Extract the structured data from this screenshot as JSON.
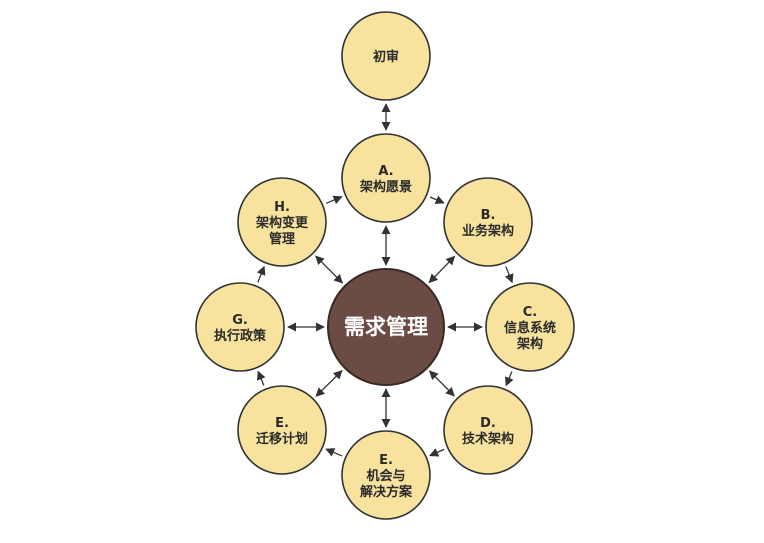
{
  "diagram": {
    "hub": {
      "label": "需求管理",
      "fill": "#6b4c44"
    },
    "node_fill": "#f7e39e",
    "node_stroke": "#333333",
    "nodes": [
      {
        "id": "prelim",
        "lines": [
          "初审"
        ]
      },
      {
        "id": "A",
        "lines": [
          "A.",
          "架构愿景"
        ]
      },
      {
        "id": "B",
        "lines": [
          "B.",
          "业务架构"
        ]
      },
      {
        "id": "C",
        "lines": [
          "C.",
          "信息系统",
          "架构"
        ]
      },
      {
        "id": "D",
        "lines": [
          "D.",
          "技术架构"
        ]
      },
      {
        "id": "E-opp",
        "lines": [
          "E.",
          "机会与",
          "解决方案"
        ]
      },
      {
        "id": "E-mig",
        "lines": [
          "E.",
          "迁移计划"
        ]
      },
      {
        "id": "G",
        "lines": [
          "G.",
          "执行政策"
        ]
      },
      {
        "id": "H",
        "lines": [
          "H.",
          "架构变更",
          "管理"
        ]
      }
    ],
    "edges": [
      {
        "from": "prelim",
        "to": "A",
        "type": "double"
      },
      {
        "from": "A",
        "to": "B",
        "type": "single"
      },
      {
        "from": "B",
        "to": "C",
        "type": "single"
      },
      {
        "from": "C",
        "to": "D",
        "type": "single"
      },
      {
        "from": "D",
        "to": "E-opp",
        "type": "single"
      },
      {
        "from": "E-opp",
        "to": "E-mig",
        "type": "single"
      },
      {
        "from": "E-mig",
        "to": "G",
        "type": "single"
      },
      {
        "from": "G",
        "to": "H",
        "type": "single"
      },
      {
        "from": "H",
        "to": "A",
        "type": "single"
      },
      {
        "from": "hub",
        "to": "A",
        "type": "double"
      },
      {
        "from": "hub",
        "to": "B",
        "type": "double"
      },
      {
        "from": "hub",
        "to": "C",
        "type": "double"
      },
      {
        "from": "hub",
        "to": "D",
        "type": "double"
      },
      {
        "from": "hub",
        "to": "E-opp",
        "type": "double"
      },
      {
        "from": "hub",
        "to": "E-mig",
        "type": "double"
      },
      {
        "from": "hub",
        "to": "G",
        "type": "double"
      },
      {
        "from": "hub",
        "to": "H",
        "type": "double"
      }
    ]
  }
}
